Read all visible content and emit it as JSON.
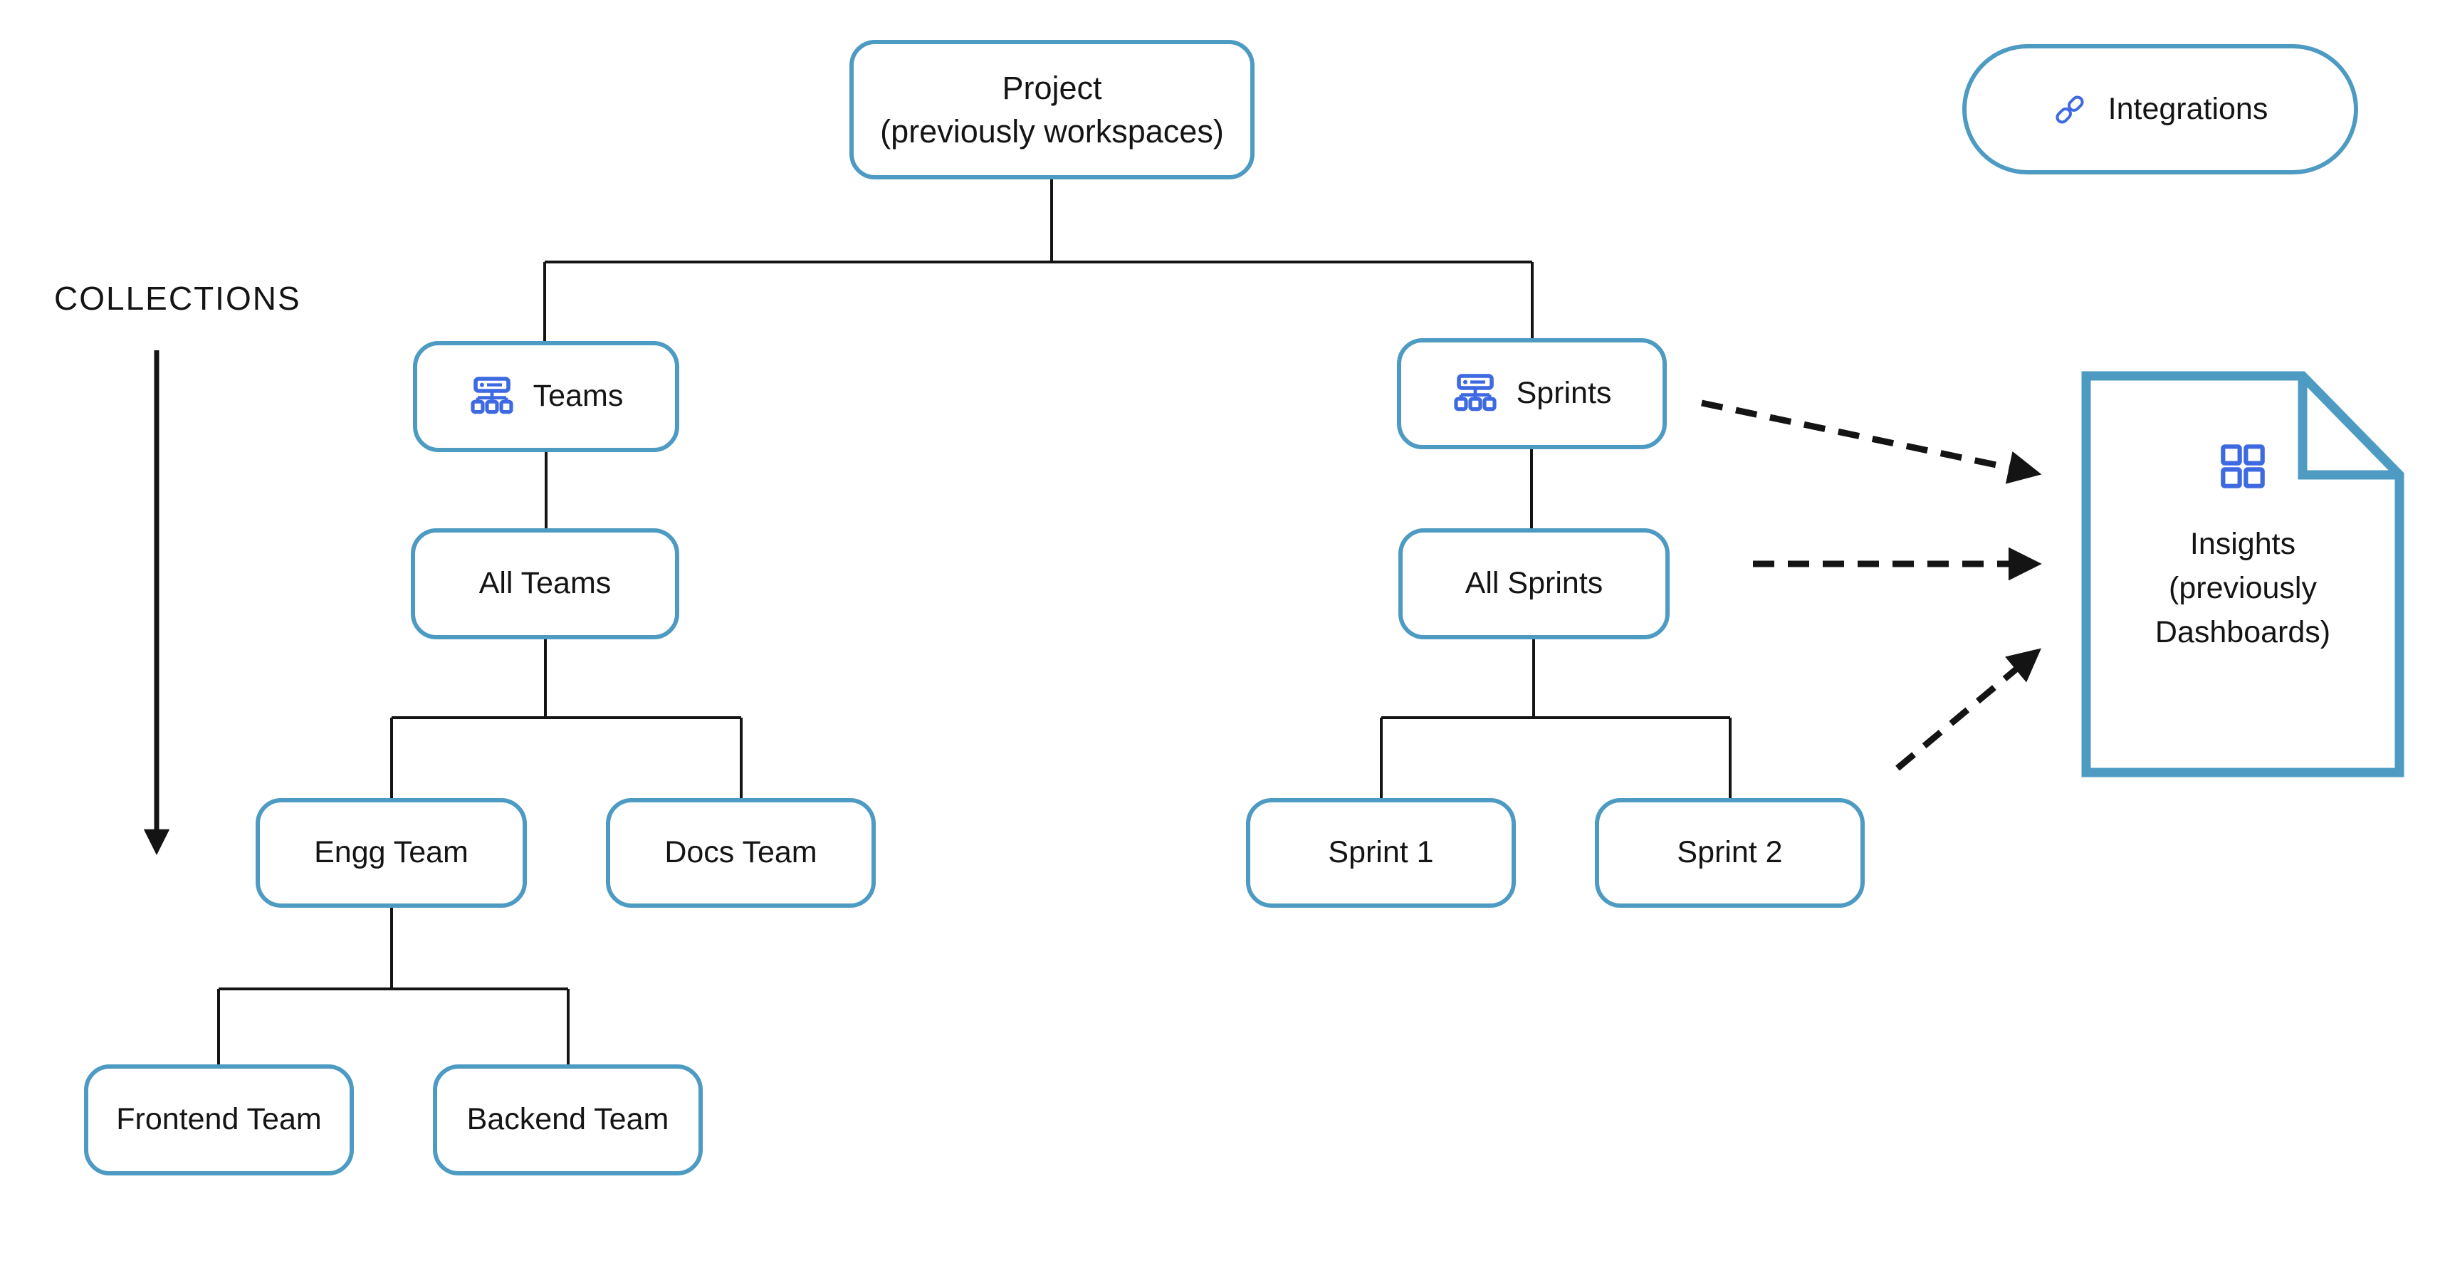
{
  "colors": {
    "box_border": "#4D9BC3",
    "document_border": "#4D9BC3",
    "icon_blue": "#3E6AE1",
    "line_color": "#141414",
    "text_color": "#141414",
    "background": "#FFFFFF"
  },
  "labels": {
    "collections": "COLLECTIONS"
  },
  "nodes": {
    "project": {
      "line1": "Project",
      "line2": "(previously workspaces)"
    },
    "integrations": {
      "label": "Integrations",
      "icon": "link-icon"
    },
    "teams": {
      "label": "Teams",
      "icon": "org-chart-icon"
    },
    "sprints": {
      "label": "Sprints",
      "icon": "org-chart-icon"
    },
    "all_teams": {
      "label": "All Teams"
    },
    "all_sprints": {
      "label": "All Sprints"
    },
    "engg_team": {
      "label": "Engg Team"
    },
    "docs_team": {
      "label": "Docs Team"
    },
    "sprint_1": {
      "label": "Sprint 1"
    },
    "sprint_2": {
      "label": "Sprint 2"
    },
    "frontend_team": {
      "label": "Frontend Team"
    },
    "backend_team": {
      "label": "Backend Team"
    },
    "insights": {
      "line1": "Insights",
      "line2": "(previously",
      "line3": "Dashboards)",
      "icon": "dashboard-grid-icon"
    }
  },
  "edges": {
    "solid": [
      [
        "project",
        "teams"
      ],
      [
        "project",
        "sprints"
      ],
      [
        "teams",
        "all_teams"
      ],
      [
        "all_teams",
        "engg_team"
      ],
      [
        "all_teams",
        "docs_team"
      ],
      [
        "engg_team",
        "frontend_team"
      ],
      [
        "engg_team",
        "backend_team"
      ],
      [
        "sprints",
        "all_sprints"
      ],
      [
        "all_sprints",
        "sprint_1"
      ],
      [
        "all_sprints",
        "sprint_2"
      ]
    ],
    "dashed_to_insights": [
      "sprints",
      "all_sprints",
      "sprints-subtree"
    ],
    "collections_arrow": "points-down-left-margin"
  }
}
